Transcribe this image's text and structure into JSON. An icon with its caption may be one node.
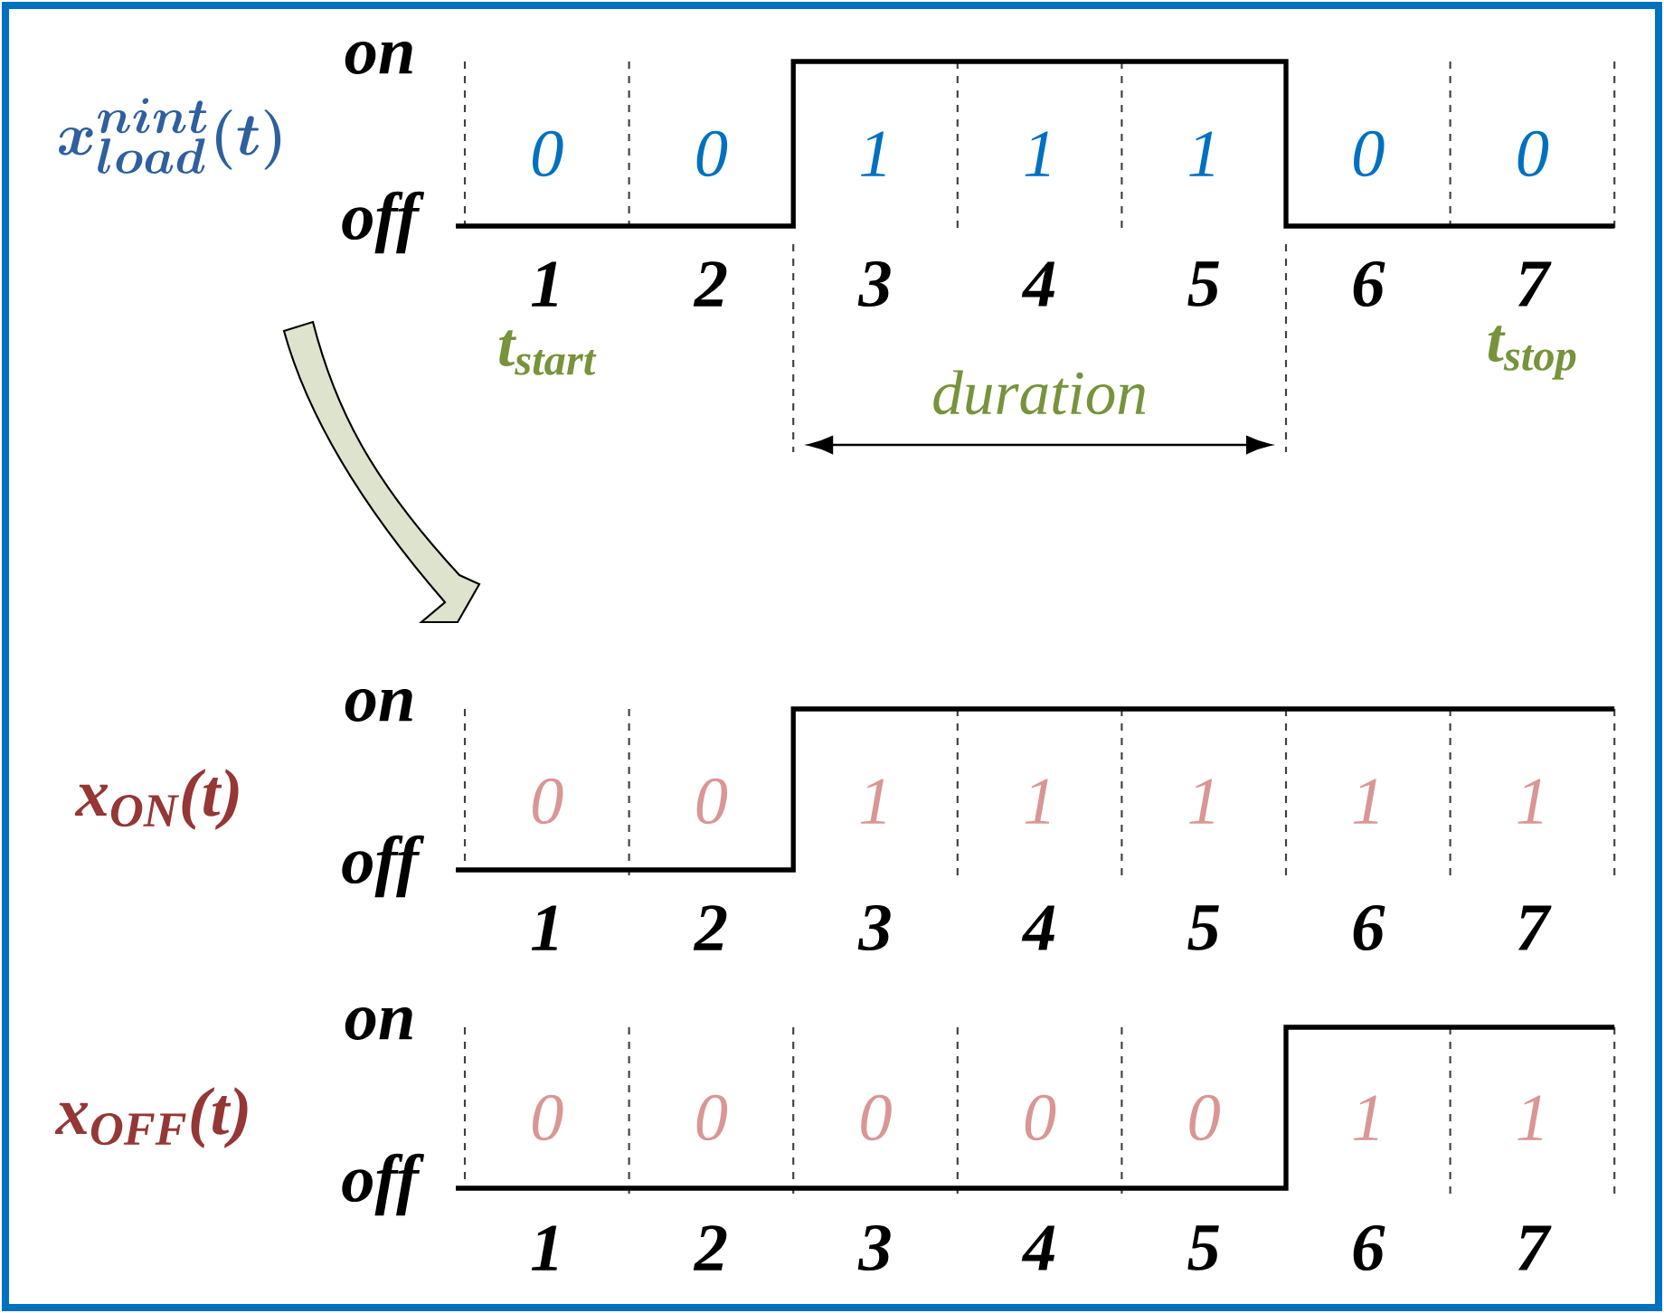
{
  "diagram": {
    "labels": [
      "on",
      "x_{load}^{nint}(t)",
      "off",
      "0",
      "0",
      "1",
      "1",
      "1",
      "0",
      "0",
      "1",
      "2",
      "3",
      "4",
      "5",
      "6",
      "7",
      "t$_{start}$",
      "duration",
      "t$_{stop}$",
      "on",
      "x$_{ON}$(t)",
      "off",
      "0",
      "0",
      "1",
      "1",
      "1",
      "1",
      "1",
      "1",
      "2",
      "3",
      "4",
      "5",
      "6",
      "7",
      "on",
      "x$_{OFF}$(t)",
      "off",
      "0",
      "0",
      "0",
      "0",
      "0",
      "1",
      "1",
      "1",
      "2",
      "3",
      "4",
      "5",
      "6",
      "7"
    ]
  }
}
